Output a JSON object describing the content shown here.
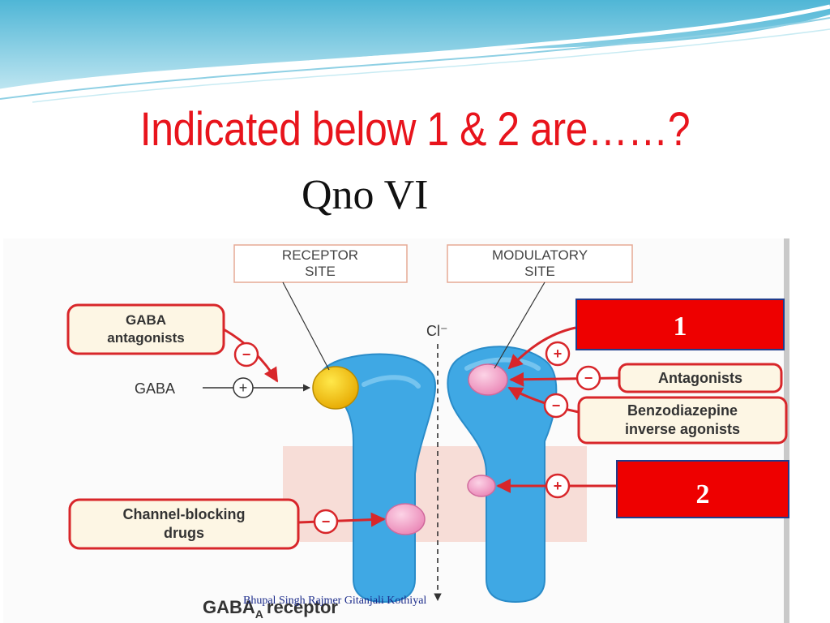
{
  "slide": {
    "title": "Indicated below 1 & 2 are……?",
    "subtitle": "Qno VI",
    "footer": "Bhupal Singh Rajmer Gitanjali Kothiyal"
  },
  "diagram": {
    "receptor_site": [
      "RECEPTOR",
      "SITE"
    ],
    "modulatory_site": [
      "MODULATORY",
      "SITE"
    ],
    "gaba_antagonists": [
      "GABA",
      "antagonists"
    ],
    "gaba": "GABA",
    "chloride": "Cl⁻",
    "antagonists": "Antagonists",
    "benzo_inverse": [
      "Benzodiazepine",
      "inverse agonists"
    ],
    "channel_blocking": [
      "Channel-blocking",
      "drugs"
    ],
    "receptor_label": "GABA",
    "receptor_subscript": "A",
    "receptor_suffix": "receptor",
    "plus_sign": "+",
    "minus_sign": "−"
  },
  "answer_boxes": {
    "box1": "1",
    "box2": "2"
  },
  "colors": {
    "title": "#e8141c",
    "answer_box": "#ee0000",
    "receptor_blue": "#3fa8e4",
    "arrow_red": "#d8262a",
    "membrane": "#f7ddd7"
  }
}
